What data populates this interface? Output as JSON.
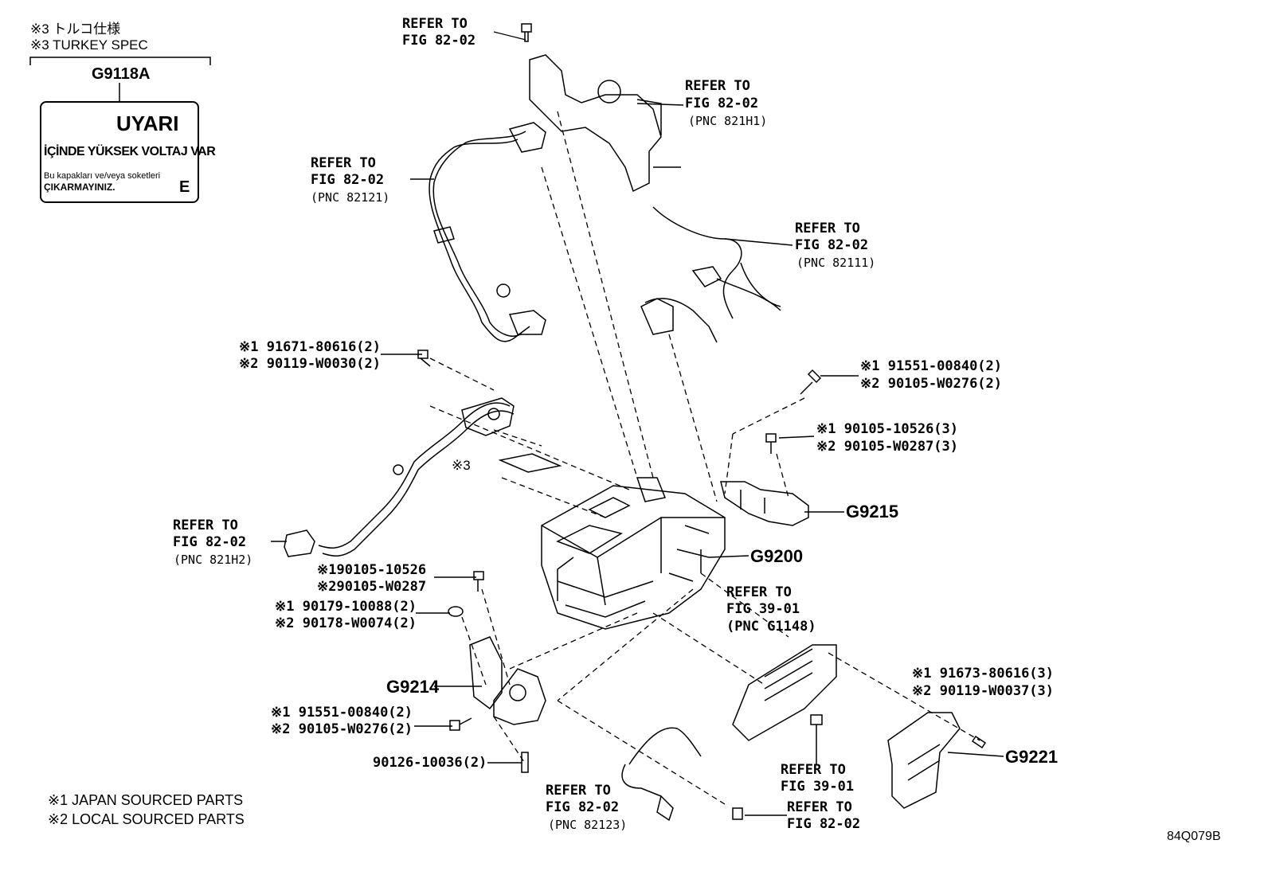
{
  "turkey_note": {
    "line_jp": "※3 トルコ仕様",
    "line_en": "※3 TURKEY SPEC",
    "part_no": "G9118A"
  },
  "warning_label": {
    "title": "UYARI",
    "line1": "İÇİNDE YÜKSEK VOLTAJ VAR",
    "line2": "Bu kapakları ve/veya soketleri",
    "line3": "ÇIKARMAYINIZ.",
    "code": "E"
  },
  "refs": {
    "top": [
      "REFER TO",
      "FIG 82-02"
    ],
    "h1": [
      "REFER TO",
      "FIG 82-02",
      "(PNC 821H1)"
    ],
    "p82121": [
      "REFER TO",
      "FIG 82-02",
      "(PNC 82121)"
    ],
    "p82111": [
      "REFER TO",
      "FIG 82-02",
      "(PNC 82111)"
    ],
    "h2": [
      "REFER TO",
      "FIG 82-02",
      "(PNC 821H2)"
    ],
    "g1148": [
      "REFER TO",
      "FIG 39-01",
      "(PNC G1148)"
    ],
    "fig3901": [
      "REFER TO",
      "FIG 39-01"
    ],
    "p82123": [
      "REFER TO",
      "FIG 82-02",
      "(PNC 82123)"
    ],
    "bottom_right": [
      "REFER TO",
      "FIG 82-02"
    ]
  },
  "parts": {
    "a1": "※1 91671-80616(2)",
    "a2": "※2 90119-W0030(2)",
    "b1": "※1 91551-00840(2)",
    "b2": "※2 90105-W0276(2)",
    "c1": "※1 90105-10526(3)",
    "c2": "※2 90105-W0287(3)",
    "d1": "※190105-10526",
    "d2": "※290105-W0287",
    "e1": "※1 90179-10088(2)",
    "e2": "※2 90178-W0074(2)",
    "f1": "※1 91551-00840(2)",
    "f2": "※2 90105-W0276(2)",
    "g": "90126-10036(2)",
    "h1": "※1 91673-80616(3)",
    "h2": "※2 90119-W0037(3)",
    "x3": "※3"
  },
  "part_numbers": {
    "g9215": "G9215",
    "g9200": "G9200",
    "g9214": "G9214",
    "g9221": "G9221"
  },
  "footnotes": {
    "n1": "※1 JAPAN SOURCED PARTS",
    "n2": "※2 LOCAL SOURCED PARTS",
    "figure_code": "84Q079B"
  }
}
